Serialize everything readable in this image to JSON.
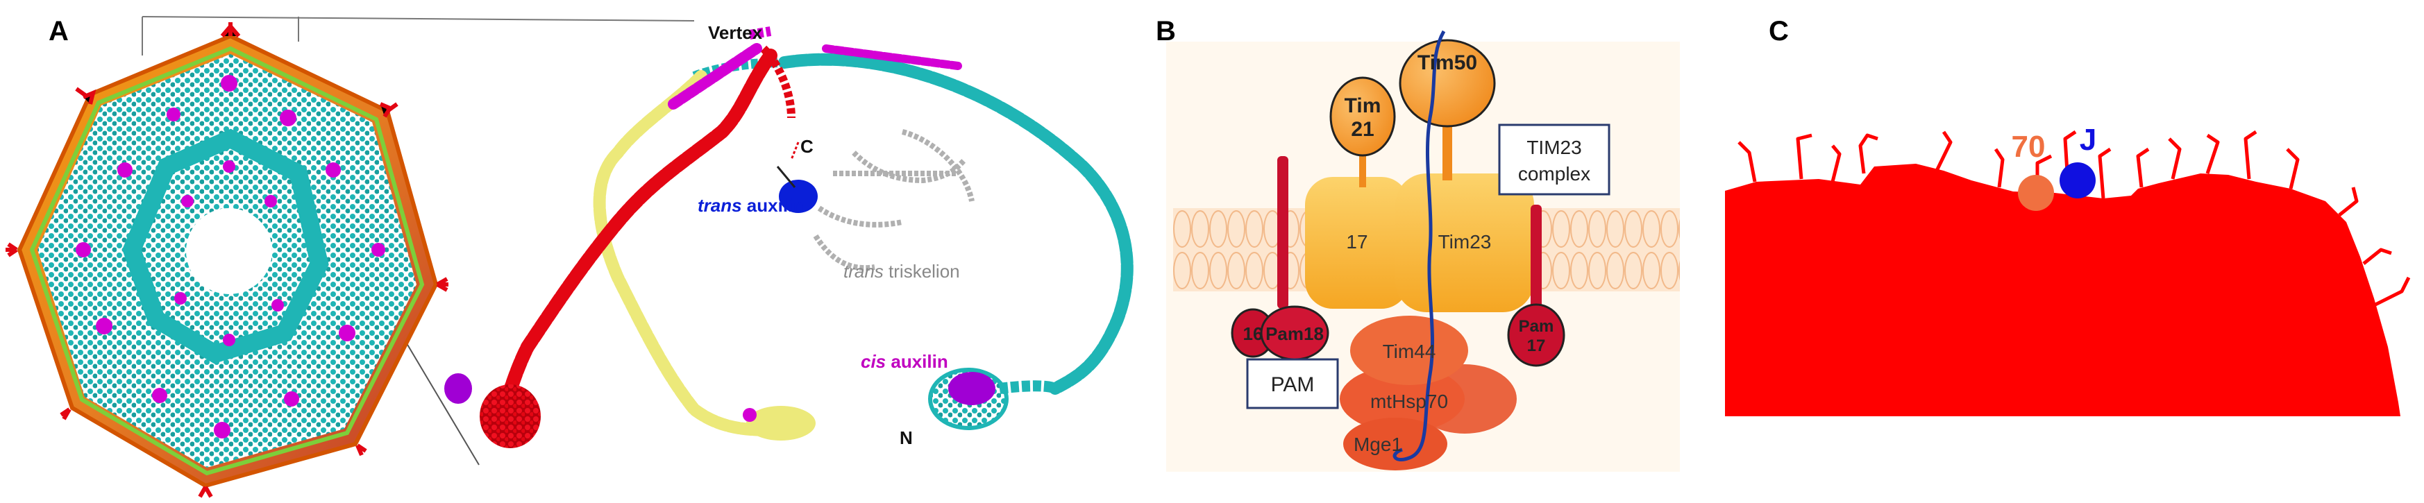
{
  "panels": {
    "a": {
      "letter": "A",
      "labels": {
        "vertex": "Vertex",
        "c_terminus": "C",
        "n_terminus": "N",
        "trans_word": "trans",
        "auxilin_word": " auxilin",
        "triskelion_word": " triskelion",
        "cis_word": "cis",
        "cis_auxilin_word": " auxilin"
      }
    },
    "b": {
      "letter": "B",
      "labels": {
        "tim21_line1": "Tim",
        "tim21_line2": "21",
        "tim50": "Tim50",
        "tim23_complex_line1": "TIM23",
        "tim23_complex_line2": "complex",
        "tim17": "17",
        "tim23": "Tim23",
        "tim44": "Tim44",
        "mthsp70": "mtHsp70",
        "mge1": "Mge1",
        "pam16": "16",
        "pam18": "Pam18",
        "pam17_line1": "Pam",
        "pam17_line2": "17",
        "pam_box": "PAM"
      }
    },
    "c": {
      "letter": "C",
      "labels": {
        "hsp70": "70",
        "j_protein": "J"
      }
    }
  },
  "colors": {
    "cyan": "#1fb5b5",
    "red": "#e30613",
    "yellow": "#ece97a",
    "magenta": "#d400d4",
    "blue": "#0a1fd8",
    "grey": "#a8a8a8",
    "orange": "#f7a233",
    "orange_dark": "#e07020",
    "membrane": "#f5cfa8",
    "tim_yellow": "#f9c23c",
    "pam_red": "#c8102e",
    "matrix_red": "#e8532b",
    "hsp70_orange": "#f07040",
    "c_red": "#ff0000",
    "c_blue": "#1010e0"
  }
}
